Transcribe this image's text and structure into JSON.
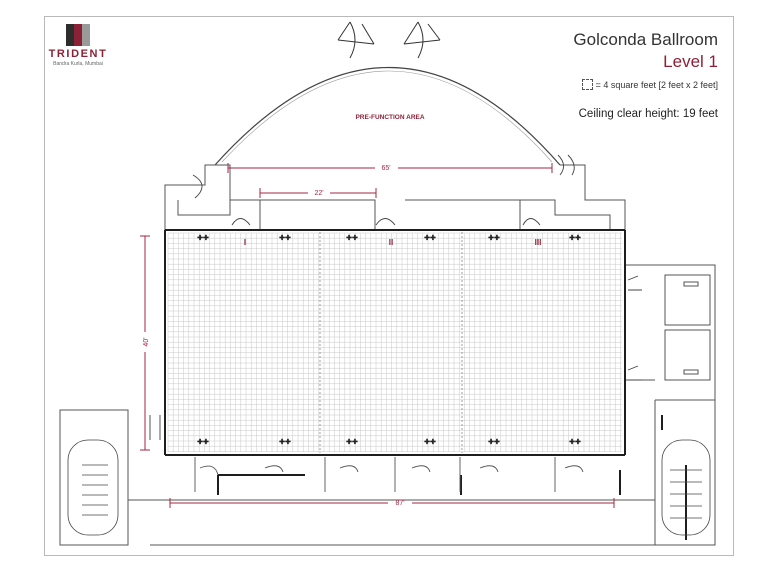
{
  "brand": {
    "name": "TRIDENT",
    "location": "Bandra Kurla, Mumbai"
  },
  "header": {
    "title": "Golconda Ballroom",
    "level": "Level 1",
    "legend_text": "= 4  square feet [2 feet x 2 feet]",
    "ceiling": "Ceiling clear height: 19 feet"
  },
  "plan": {
    "prefunction_label": "PRE-FUNCTION AREA",
    "sections": [
      "I",
      "II",
      "III"
    ],
    "dimensions": {
      "prefunction_width": "65'",
      "section_width": "22'",
      "room_depth": "40'",
      "room_length": "87'"
    }
  },
  "colors": {
    "accent": "#8c2136",
    "dimension": "#a6243f",
    "wall": "#1e1e1e",
    "grid": "#c8c8c8"
  }
}
